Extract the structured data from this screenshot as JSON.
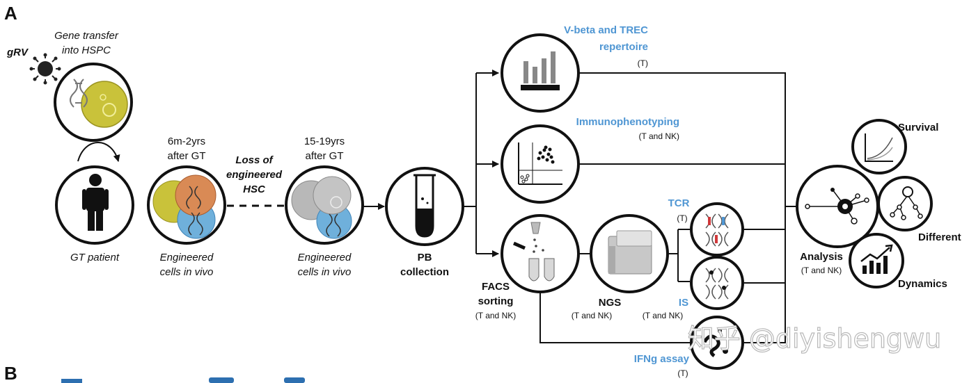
{
  "panel_a": {
    "label": "A",
    "gene_transfer": {
      "vector": "gRV",
      "line1": "Gene transfer",
      "line2": "into HSPC"
    },
    "patient": {
      "label": "GT patient"
    },
    "time_early": {
      "line1": "6m-2yrs",
      "line2": "after GT"
    },
    "time_late": {
      "line1": "15-19yrs",
      "line2": "after GT"
    },
    "cells_early": {
      "line1": "Engineered",
      "line2": "cells in vivo"
    },
    "cells_late": {
      "line1": "Engineered",
      "line2": "cells in vivo"
    },
    "loss": {
      "line1": "Loss of",
      "line2": "engineered",
      "line3": "HSC"
    },
    "pb": {
      "line1": "PB",
      "line2": "collection"
    },
    "vbeta": {
      "line1": "V-beta and TREC",
      "line2": "repertoire",
      "sub": "(T)"
    },
    "immuno": {
      "title": "Immunophenotyping",
      "sub": "(T and NK)"
    },
    "facs": {
      "line1": "FACS",
      "line2": "sorting",
      "sub": "(T and NK)"
    },
    "ngs": {
      "title": "NGS",
      "sub": "(T and NK)"
    },
    "tcr": {
      "title": "TCR",
      "sub": "(T)"
    },
    "is": {
      "title": "IS",
      "sub": "(T and NK)"
    },
    "ifng": {
      "title": "IFNg assay",
      "sub": "(T)"
    },
    "analysis": {
      "title": "Analysis",
      "sub": "(T and NK)"
    },
    "outputs": {
      "survival": "Survival",
      "different": "Different",
      "dynamics": "Dynamics"
    }
  },
  "panel_b": {
    "label": "B"
  },
  "watermark": "知乎 @diyishengwu",
  "colors": {
    "blue_label": "#4f96d3",
    "cell_yellow": "#c9c23a",
    "cell_orange": "#d98a55",
    "cell_blue": "#6fb0db",
    "cell_gray": "#b8b8b8",
    "dna_red": "#d0393b",
    "dna_blue": "#4f96d3"
  }
}
